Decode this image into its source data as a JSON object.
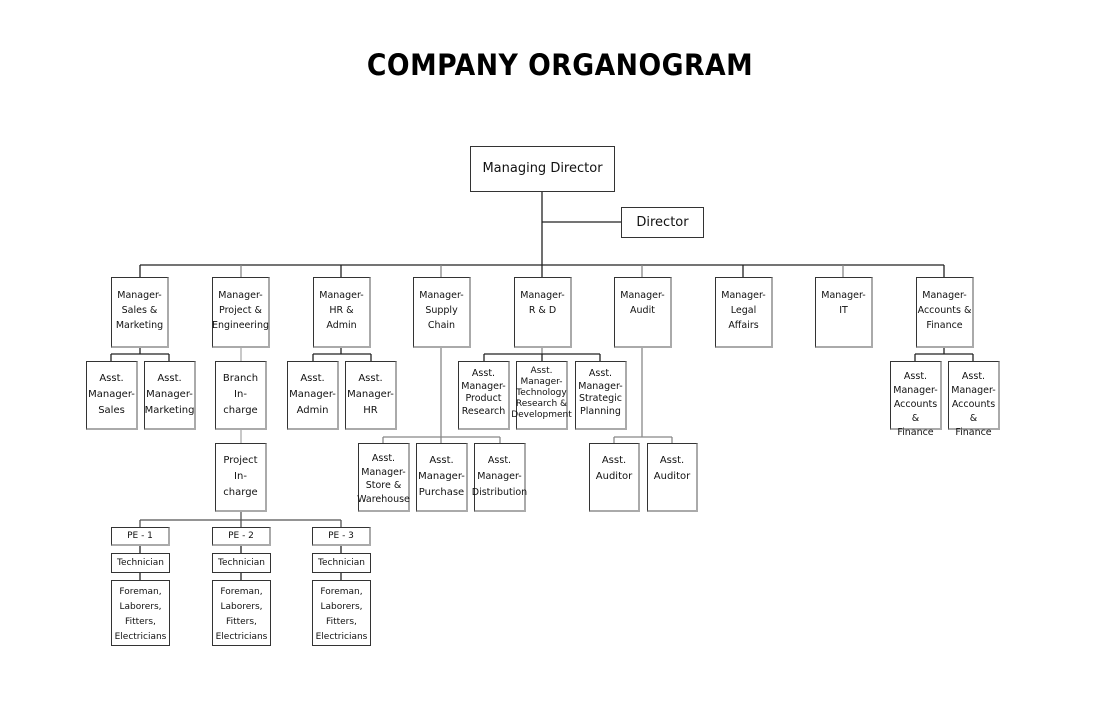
{
  "title": "COMPANY ORGANOGRAM",
  "colors": {
    "line": "#222222",
    "line_grey": "#999999",
    "box_border": "#333333",
    "background": "#ffffff"
  },
  "top": {
    "managing_director": "Managing Director",
    "director": "Director"
  },
  "managers": [
    {
      "label": "Manager-\nSales &\nMarketing"
    },
    {
      "label": "Manager-\nProject &\nEngineering"
    },
    {
      "label": "Manager-\nHR &\nAdmin"
    },
    {
      "label": "Manager-\nSupply\nChain"
    },
    {
      "label": "Manager-\nR & D"
    },
    {
      "label": "Manager-\nAudit"
    },
    {
      "label": "Manager-\nLegal\nAffairs"
    },
    {
      "label": "Manager-\nIT"
    },
    {
      "label": "Manager-\nAccounts &\nFinance"
    }
  ],
  "sales_marketing": {
    "assistants": [
      "Asst.\nManager-\nSales",
      "Asst.\nManager-\nMarketing"
    ]
  },
  "project_engineering": {
    "branch_incharge": "Branch\nIn-\ncharge",
    "project_incharge": "Project\nIn-\ncharge",
    "project_engineers": [
      {
        "pe": "PE - 1",
        "technician": "Technician",
        "workers": "Foreman,\nLaborers,\nFitters,\nElectricians"
      },
      {
        "pe": "PE - 2",
        "technician": "Technician",
        "workers": "Foreman,\nLaborers,\nFitters,\nElectricians"
      },
      {
        "pe": "PE - 3",
        "technician": "Technician",
        "workers": "Foreman,\nLaborers,\nFitters,\nElectricians"
      }
    ]
  },
  "hr_admin": {
    "assistants": [
      "Asst.\nManager-\nAdmin",
      "Asst.\nManager-\nHR"
    ]
  },
  "supply_chain": {
    "assistants": [
      "Asst.\nManager-\nStore &\nWarehouse",
      "Asst.\nManager-\nPurchase",
      "Asst.\nManager-\nDistribution"
    ]
  },
  "r_and_d": {
    "assistants": [
      "Asst.\nManager-\nProduct\nResearch",
      "Asst.\nManager-\nTechnology\nResearch &\nDevelopment",
      "Asst.\nManager-\nStrategic\nPlanning"
    ]
  },
  "audit": {
    "assistants": [
      "Asst.\nAuditor",
      "Asst.\nAuditor"
    ]
  },
  "accounts_finance": {
    "assistants": [
      "Asst.\nManager-\nAccounts &\nFinance",
      "Asst.\nManager-\nAccounts &\nFinance"
    ]
  }
}
